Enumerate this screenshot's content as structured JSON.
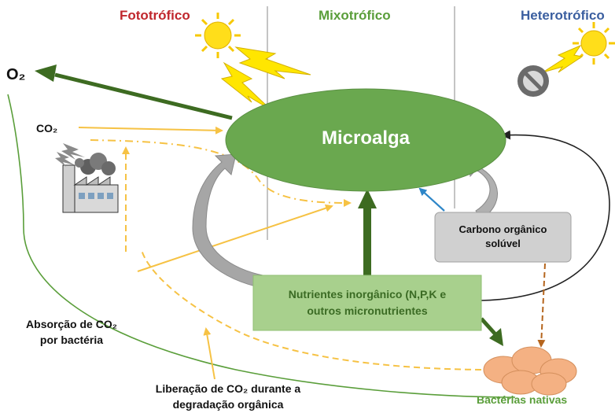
{
  "headers": {
    "phototrophic": "Fototrófico",
    "mixotrophic": "Mixotrófico",
    "heterotrophic": "Heterotrófico"
  },
  "nodes": {
    "o2": "O₂",
    "co2": "CO₂",
    "microalga": "Microalga",
    "carbon_line1": "Carbono orgânico",
    "carbon_line2": "solúvel",
    "nutrients_line1": "Nutrientes inorgânico (N,P,K e",
    "nutrients_line2": "outros micronutrientes",
    "native_bacteria": "Bactérias nativas"
  },
  "labels": {
    "absorption_line1": "Absorção de CO₂",
    "absorption_line2": "por bactéria",
    "release_line1": "Liberação de CO₂ durante a",
    "release_line2": "degradação orgânica"
  },
  "colors": {
    "phototrophic": "#c0272d",
    "mixotrophic": "#5a9e3a",
    "heterotrophic": "#3b5fa0",
    "microalga_fill": "#6aa84f",
    "dark_green_arrow": "#3d6b21",
    "yellow_arrow": "#f6c244",
    "nutrient_box": "#a8d08d",
    "carbon_box": "#d0d0d0",
    "blue_arrow": "#2e86c8",
    "brown_dashed": "#b5651d",
    "bacteria_fill": "#f4b183"
  }
}
